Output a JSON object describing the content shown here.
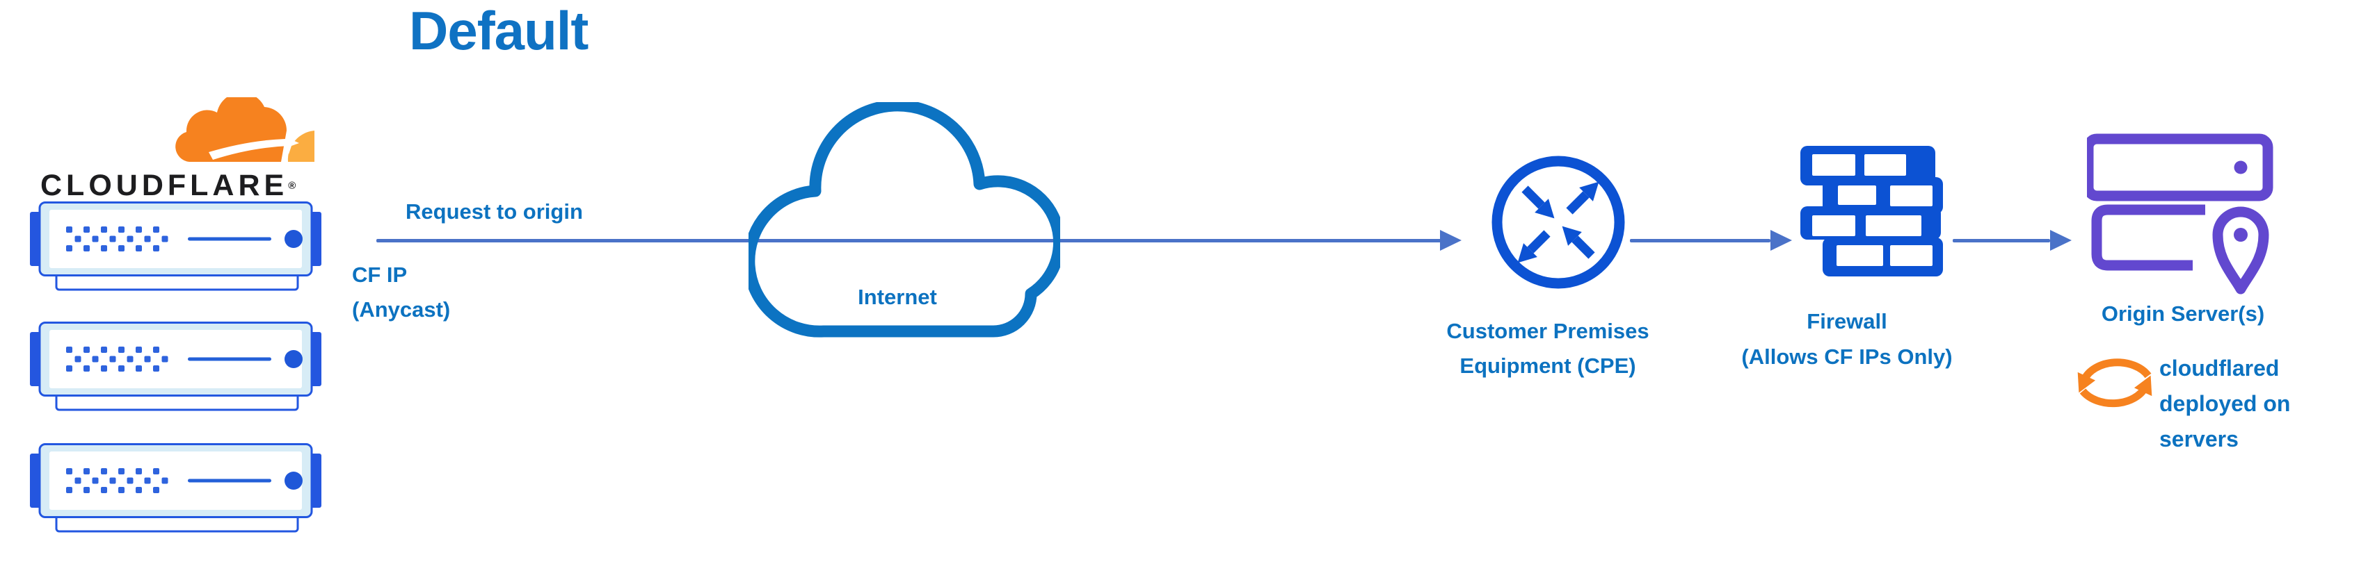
{
  "title": "Default",
  "brand": {
    "wordmark": "CLOUDFLARE",
    "registered_mark": "®"
  },
  "labels": {
    "request_to_origin": "Request to origin",
    "cf_ip_line1": "CF IP",
    "cf_ip_line2": "(Anycast)",
    "internet": "Internet",
    "cpe_line1": "Customer Premises",
    "cpe_line2": "Equipment (CPE)",
    "firewall_line1": "Firewall",
    "firewall_line2": "(Allows CF IPs Only)",
    "origin_servers": "Origin Server(s)",
    "cloudflared_note_line1": "cloudflared",
    "cloudflared_note_line2": "deployed on",
    "cloudflared_note_line3": "servers"
  },
  "colors": {
    "label_text": "#0C72C0",
    "title_text": "#0F72C3",
    "arrow": "#4A72C8",
    "icon_blue": "#0C52D3",
    "server_stroke_blue": "#2357E0",
    "server_fill_light": "#D7ECF6",
    "origin_purple": "#6248CF",
    "cloudflare_orange": "#F6821F",
    "cloudflare_light_orange": "#FBAD41",
    "wordmark_black": "#1D1D1F"
  }
}
